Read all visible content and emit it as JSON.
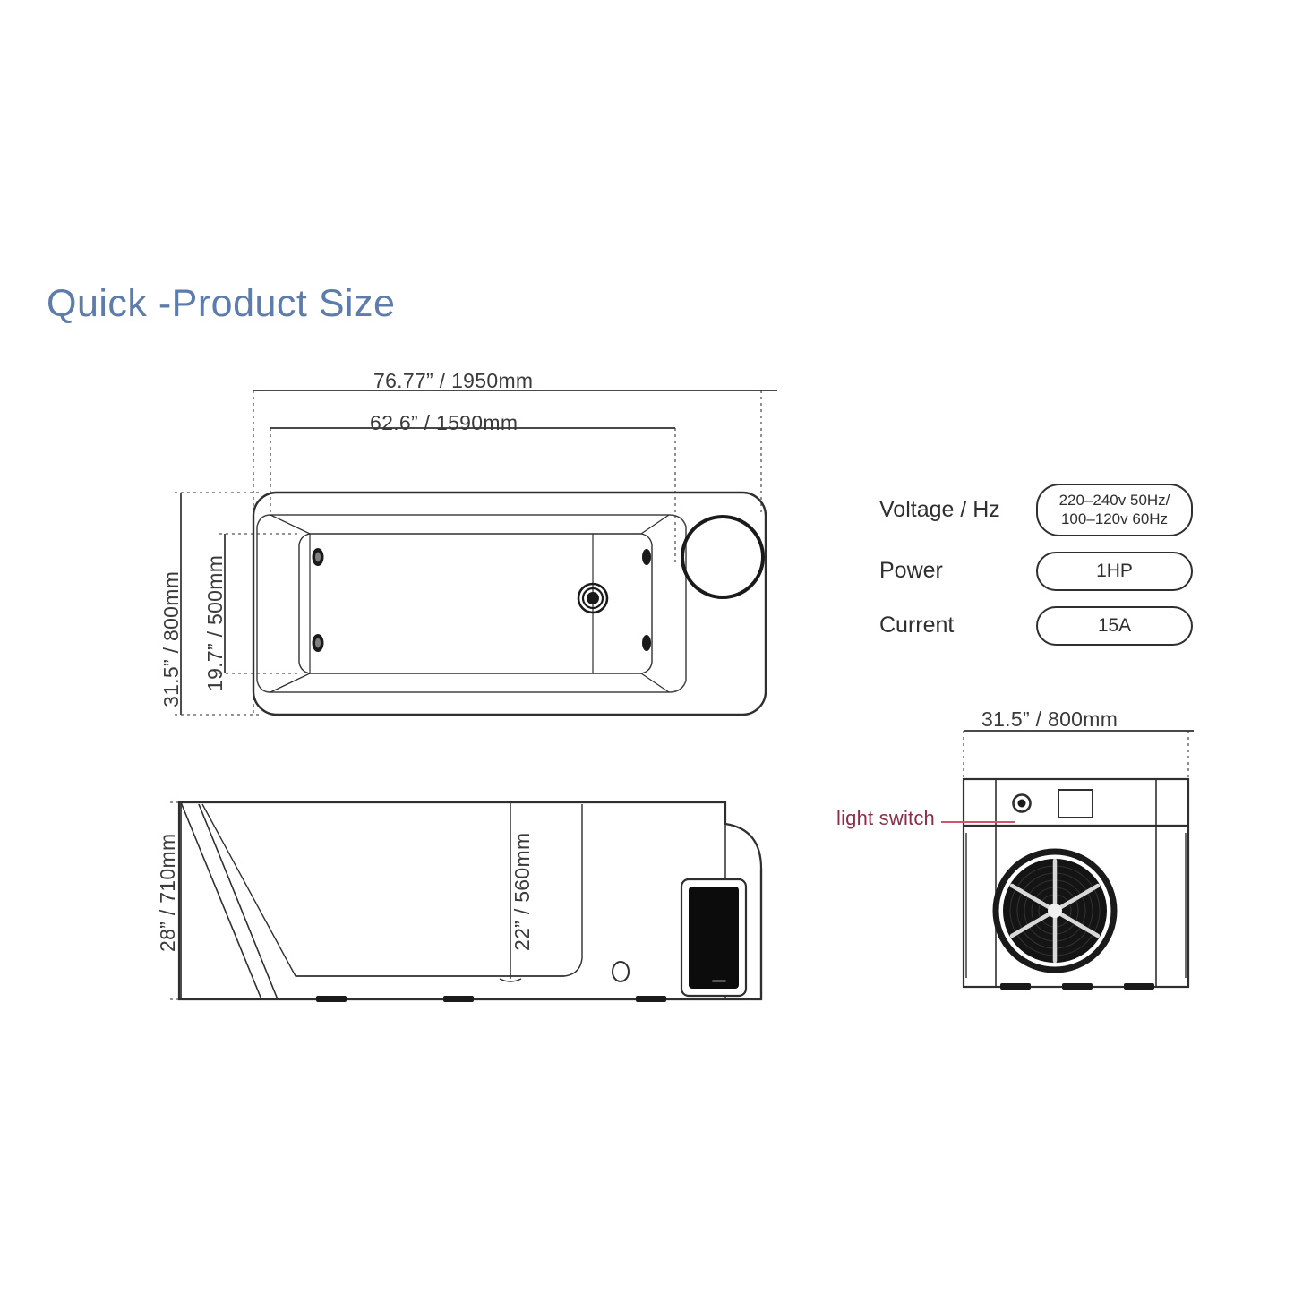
{
  "title": "Quick -Product Size",
  "theme": {
    "title_color": "#5d7cab",
    "line_color": "#2f2f2f",
    "dimension_text_color": "#3a3a3a",
    "callout_text_color": "#8e2b45",
    "callout_leader_color": "#d0566f",
    "background": "#ffffff"
  },
  "dimensions": {
    "top_view": {
      "overall_length": "76.77”  / 1950mm",
      "inner_length": "62.6”  / 1590mm",
      "overall_width": "31.5”  / 800mm",
      "inner_width": "19.7”  / 500mm"
    },
    "side_view": {
      "overall_height": "28”  / 710mm",
      "inner_depth": "22”  / 560mm"
    },
    "front_view": {
      "overall_width": "31.5”  / 800mm"
    }
  },
  "callouts": {
    "light_switch": "light switch"
  },
  "specs": {
    "rows": [
      {
        "label": "Voltage / Hz",
        "value_lines": [
          "220–240v 50Hz/",
          "100–120v 60Hz"
        ],
        "two_line": true
      },
      {
        "label": "Power",
        "value_lines": [
          "1HP"
        ],
        "two_line": false
      },
      {
        "label": "Current",
        "value_lines": [
          "15A"
        ],
        "two_line": false
      }
    ]
  },
  "views": {
    "top_view_name": "top-view",
    "side_view_name": "side-view",
    "front_view_name": "front-view"
  }
}
